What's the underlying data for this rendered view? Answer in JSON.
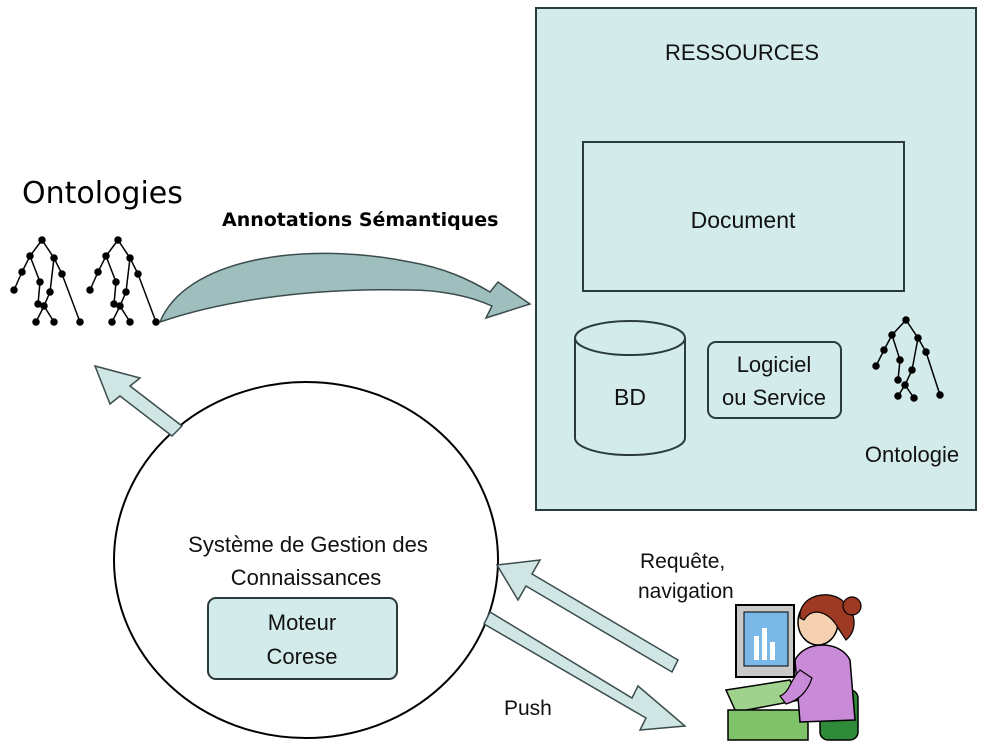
{
  "ontologies_title": "Ontologies",
  "annotations_label": "Annotations Sémantiques",
  "ressources": {
    "title": "RESSOURCES",
    "document_label": "Document",
    "bd_label": "BD",
    "logiciel_line1": "Logiciel",
    "logiciel_line2": "ou Service",
    "ontologie_label": "Ontologie"
  },
  "system": {
    "line1": "Système de Gestion des",
    "line2": "Connaissances",
    "engine_line1": "Moteur",
    "engine_line2": "Corese"
  },
  "requete_line1": "Requête,",
  "requete_line2": "navigation",
  "push_label": "Push",
  "colors": {
    "panel_fill": "#d3eceb",
    "panel_stroke": "#2b3b3b",
    "arrow_fill": "#cfe6e5",
    "curved_arrow_fill": "#9fbfbe",
    "icon_dark": "#000000"
  }
}
